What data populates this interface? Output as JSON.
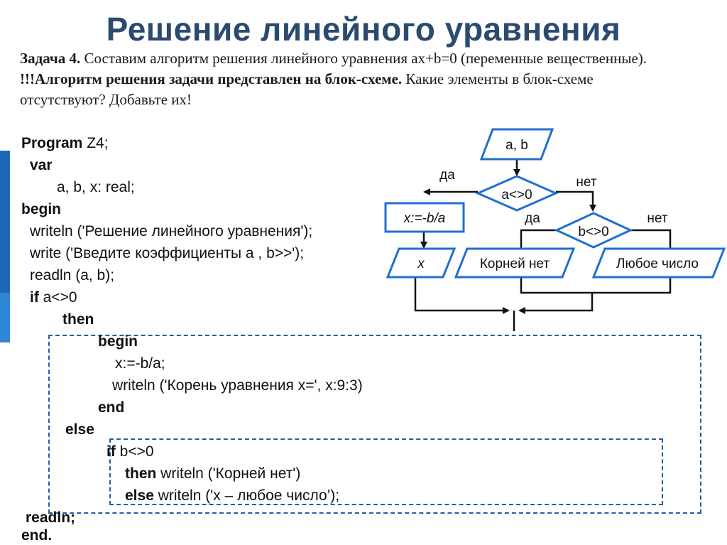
{
  "title": "Решение линейного уравнения",
  "task": {
    "label": "Задача 4.",
    "text": " Составим алгоритм решения линейного уравнения ax+b=0 (переменные вещественные).",
    "hint_bold": "!!!Алгоритм решения задачи представлен на блок-схеме.",
    "hint_rest": " Какие элементы в блок-схеме отсутствуют? Добавьте  их!"
  },
  "code": {
    "l1_kw": "Program",
    "l1_rest": " Z4;",
    "l2_kw": "var",
    "l3": "a, b, x: real;",
    "l4_kw": "begin",
    "l5": "writeln ('Решение линейного уравнения');",
    "l6": "write ('Введите коэффициенты a , b>>');",
    "l7": "readln (a, b);",
    "l8_kw": "if",
    "l8_rest": " a<>0",
    "l9_kw": "then",
    "l10_kw": "begin",
    "l11": "x:=-b/a;",
    "l12": "writeln ('Корень уравнения х=', x:9:3)",
    "l13_kw": "end",
    "l14_kw": "else",
    "l15_kw": "if",
    "l15_rest": " b<>0",
    "l16_kw": "then",
    "l16_rest": " writeln ('Корней нет')",
    "l17_kw": "else",
    "l17_rest": " writeln ('x – любое число’);",
    "l18_kw": "readln;",
    "l19_kw": "end."
  },
  "flow": {
    "input_ab": "a, b",
    "cond_a": "a<>0",
    "cond_b": "b<>0",
    "yes1": "да",
    "no1": "нет",
    "yes2": "да",
    "no2": "нет",
    "assign": "x:=-b/a",
    "out_x": "x",
    "out_noroots": "Корней нет",
    "out_any": "Любое число"
  },
  "colors": {
    "title": "#2b4a6f",
    "shape_stroke": "#1f6fd0",
    "dash": "#1f5fa8"
  }
}
